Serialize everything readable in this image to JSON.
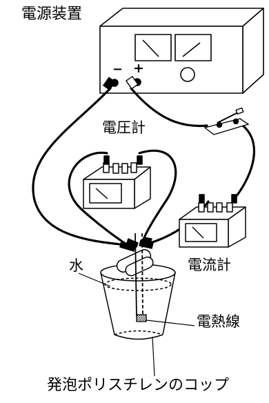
{
  "labels": {
    "power_supply": "電源装置",
    "minus_terminal": "−",
    "plus_terminal": "+",
    "voltmeter": "電圧計",
    "water": "水",
    "ammeter": "電流計",
    "heating_wire": "電熱線",
    "cup": "発泡ポリスチレンのコップ"
  }
}
